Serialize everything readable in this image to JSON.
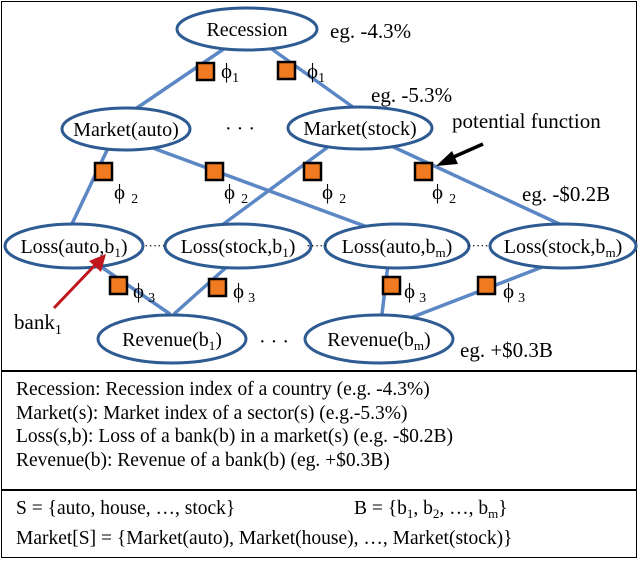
{
  "nodes": {
    "recession": "Recession",
    "market_auto": "Market(auto)",
    "market_stock": "Market(stock)",
    "loss_auto_b1": [
      "Loss(auto,b",
      "1",
      ")"
    ],
    "loss_stock_b1": [
      "Loss(stock,b",
      "1",
      ")"
    ],
    "loss_auto_bm": [
      "Loss(auto,b",
      "m",
      ")"
    ],
    "loss_stock_bm": [
      "Loss(stock,b",
      "m",
      ")"
    ],
    "revenue_b1": [
      "Revenue(b",
      "1",
      ")"
    ],
    "revenue_bm": [
      "Revenue(b",
      "m",
      ")"
    ]
  },
  "factors": {
    "phi1": [
      "ϕ",
      "1"
    ],
    "phi2": [
      "ϕ",
      "2"
    ],
    "phi3": [
      "ϕ",
      "3"
    ]
  },
  "ellipsis": "· · ·",
  "small_dots": "·····",
  "annotations": {
    "recession_eg": "eg. -4.3%",
    "market_eg": "eg. -5.3%",
    "loss_eg": "eg. -$0.2B",
    "revenue_eg": "eg. +$0.3B",
    "potential_function": "potential function",
    "bank1": [
      "bank",
      "1"
    ]
  },
  "colors": {
    "node_stroke": "#2d5b92",
    "edge": "#5b87c5",
    "factor_fill": "#f07a1f",
    "bank_arrow": "#c0161d",
    "pointer_arrow": "#000000"
  },
  "legend": [
    "Recession: Recession index of a country (e.g. -4.3%)",
    "Market(s): Market index of a sector(s) (e.g.-5.3%)",
    "Loss(s,b): Loss of a bank(b) in a market(s) (e.g. -$0.2B)",
    "Revenue(b): Revenue of a bank(b) (eg. +$0.3B)"
  ],
  "definitions": {
    "S": "S = {auto, house, …, stock}",
    "B": [
      "B = {b",
      "1",
      ", b",
      "2",
      ", …, b",
      "m",
      "}"
    ],
    "market_set": "Market[S] = {Market(auto), Market(house), …,  Market(stock)}"
  }
}
